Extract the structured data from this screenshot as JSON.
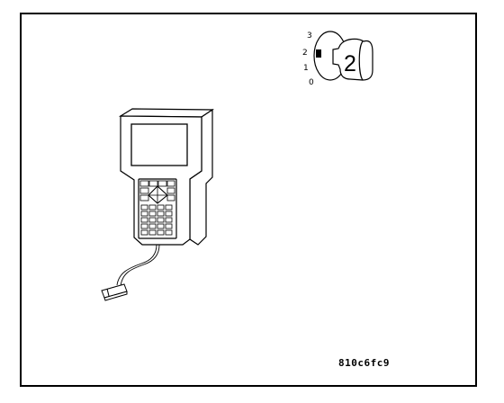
{
  "ignition_switch": {
    "positions": [
      "3",
      "2",
      "1",
      "0"
    ],
    "key_number": "2",
    "selected_position": "2"
  },
  "figure_code": "810c6fc9",
  "colors": {
    "line": "#000000",
    "background": "#ffffff"
  }
}
